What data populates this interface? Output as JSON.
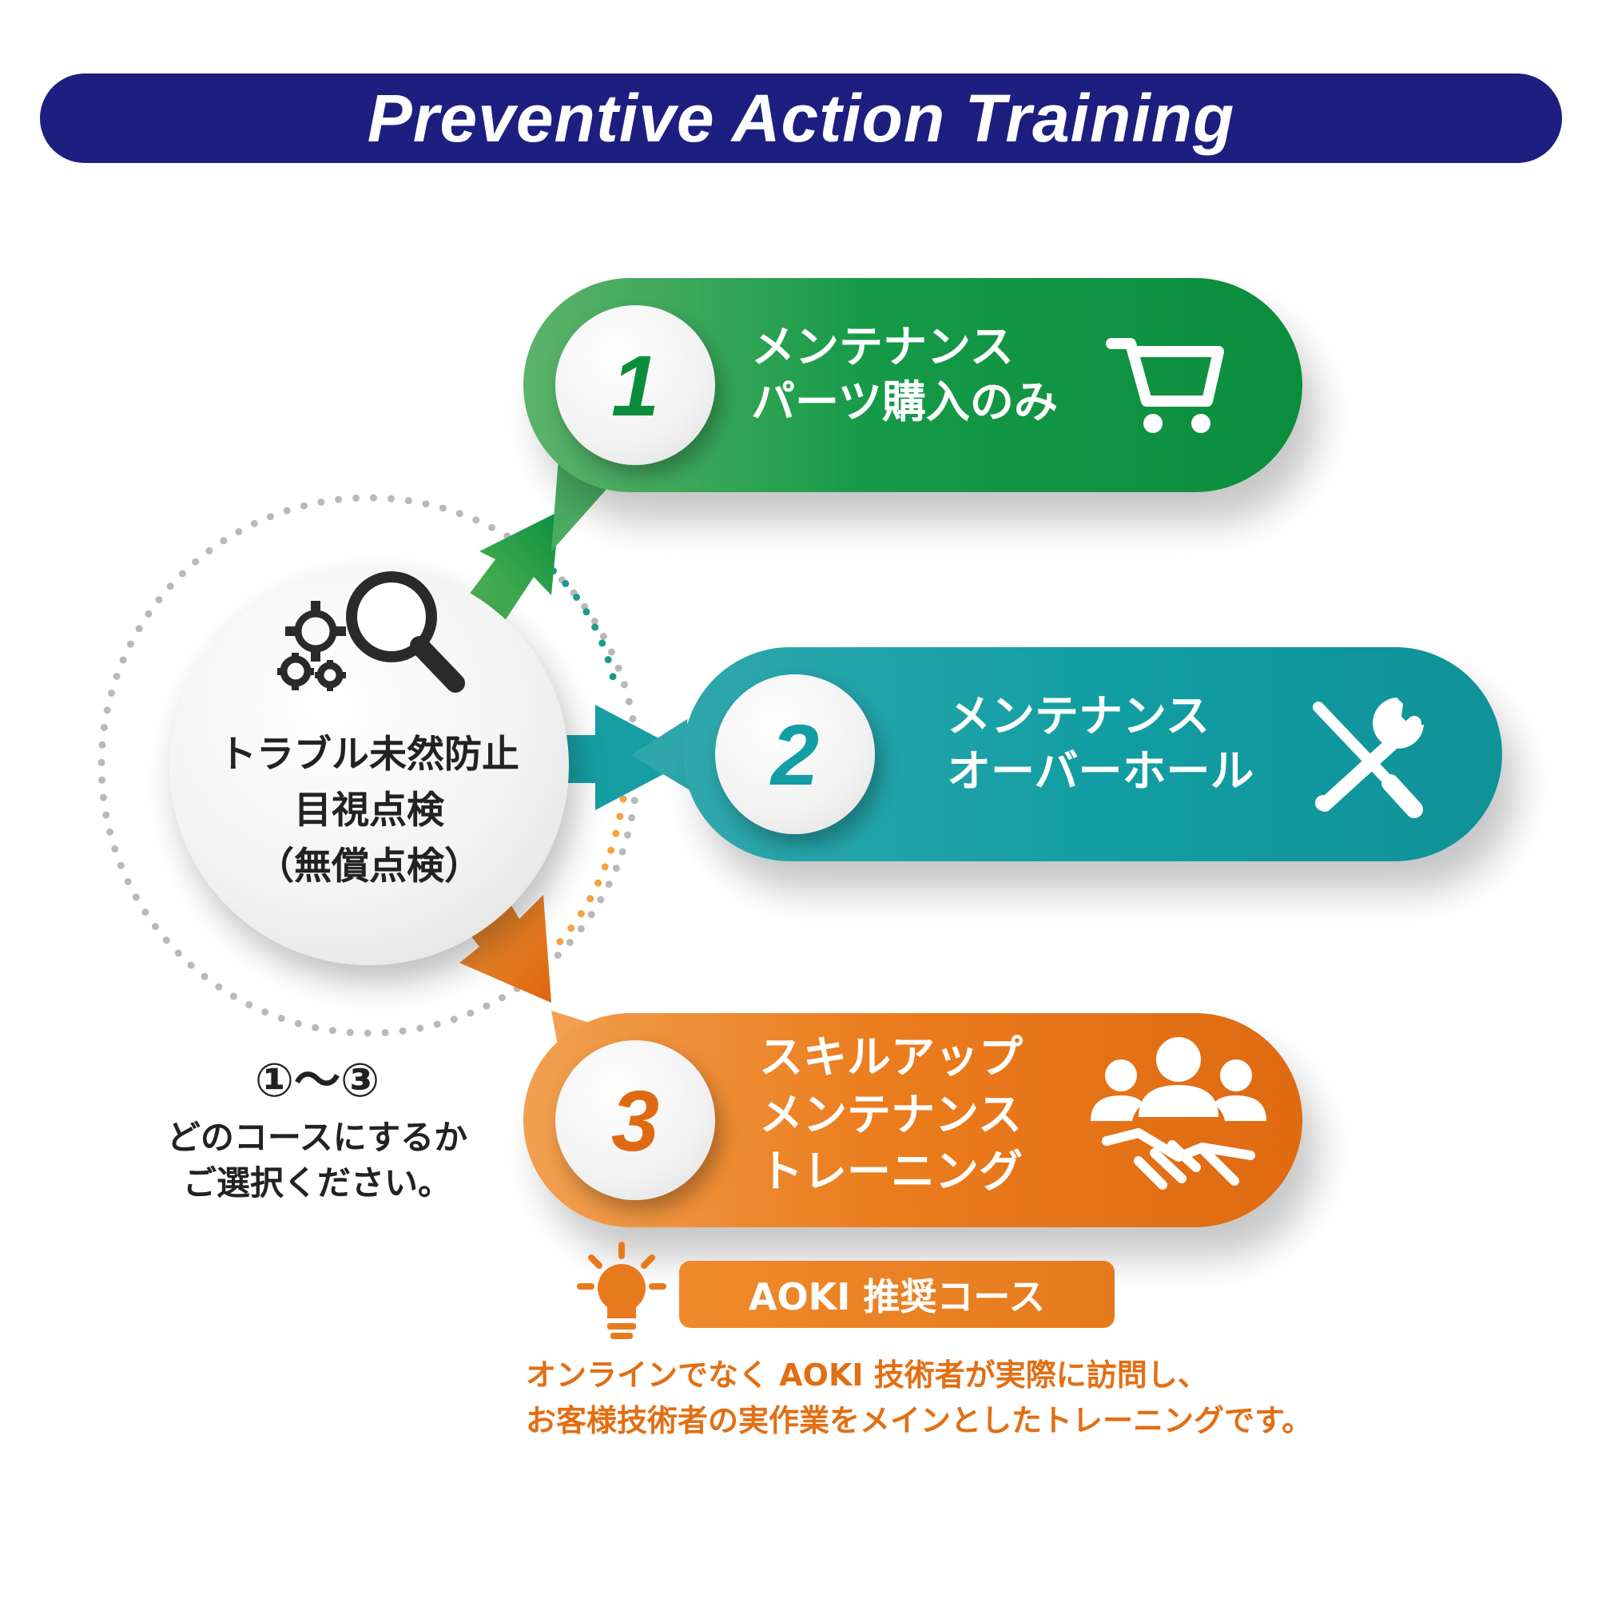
{
  "title": "Preventive Action Training",
  "center": {
    "lines": [
      "トラブル未然防止",
      "目視点検",
      "（無償点検）"
    ],
    "icon": "gears-magnifier-icon"
  },
  "options": [
    {
      "number": "1",
      "lines": [
        "メンテナンス",
        "パーツ購入のみ"
      ],
      "icon": "shopping-cart-icon",
      "color": "#0b8d3d"
    },
    {
      "number": "2",
      "lines": [
        "メンテナンス",
        "オーバーホール"
      ],
      "icon": "wrench-screwdriver-icon",
      "color": "#129ea4"
    },
    {
      "number": "3",
      "lines": [
        "スキルアップ",
        "メンテナンス",
        "トレーニング"
      ],
      "icon": "team-handshake-icon",
      "color": "#eb7d1e"
    }
  ],
  "note": {
    "range": "①〜③",
    "lines": [
      "どのコースにするか",
      "ご選択ください。"
    ]
  },
  "recommended": {
    "label": "AOKI 推奨コース",
    "icon": "lightbulb-icon",
    "description": [
      "オンラインでなく AOKI 技術者が実際に訪問し、",
      "お客様技術者の実作業をメインとしたトレーニングです。"
    ]
  }
}
